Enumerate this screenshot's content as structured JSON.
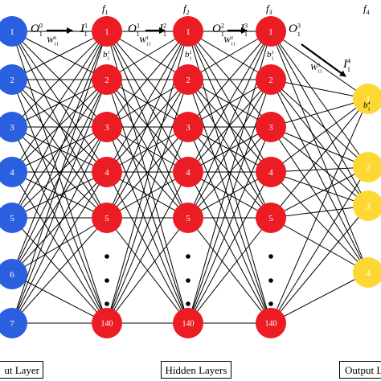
{
  "layers": {
    "input_nodes": [
      "1",
      "2",
      "3",
      "4",
      "5",
      "6",
      "7"
    ],
    "hidden_nodes": [
      "1",
      "2",
      "3",
      "4",
      "5",
      "140"
    ],
    "output_nodes": [
      "1",
      "2",
      "3",
      "4"
    ]
  },
  "colors": {
    "input": "#2a5fe0",
    "hidden": "#ec1c24",
    "output": "#fdd835",
    "edge": "#000000"
  },
  "activations": [
    "f1",
    "f2",
    "f3",
    "f4"
  ],
  "labels": {
    "input_layer": "ut Layer",
    "hidden_layers": "Hidden Layers",
    "output_layer": "Output L"
  },
  "symbols": {
    "o0": {
      "base": "O",
      "sub": "1",
      "sup": "0"
    },
    "i1": {
      "base": "I",
      "sub": "1",
      "sup": "1"
    },
    "w0": {
      "base": "W",
      "sub": "11",
      "sup": "0"
    },
    "b1": {
      "base": "b",
      "sub": "1",
      "sup": "1"
    },
    "o1": {
      "base": "O",
      "sub": "1",
      "sup": "1"
    },
    "i2": {
      "base": "I",
      "sub": "1",
      "sup": "2"
    },
    "w1": {
      "base": "W",
      "sub": "11",
      "sup": "1"
    },
    "b2": {
      "base": "b",
      "sub": "1",
      "sup": "2"
    },
    "o2": {
      "base": "O",
      "sub": "1",
      "sup": "2"
    },
    "i3": {
      "base": "I",
      "sub": "1",
      "sup": "3"
    },
    "w2": {
      "base": "W",
      "sub": "11",
      "sup": "2"
    },
    "b3": {
      "base": "b",
      "sub": "1",
      "sup": "3"
    },
    "o3": {
      "base": "O",
      "sub": "1",
      "sup": "3"
    },
    "w3": {
      "base": "W",
      "sub": "11",
      "sup": "3"
    },
    "i4": {
      "base": "I",
      "sub": "1",
      "sup": "4"
    },
    "b4": {
      "base": "b",
      "sub": "1",
      "sup": "4"
    }
  }
}
